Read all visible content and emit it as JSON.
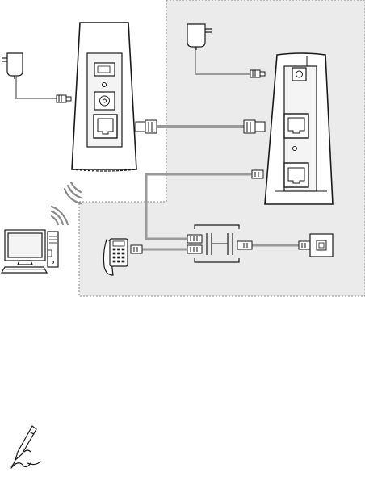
{
  "diagram": {
    "kind": "connection-diagram",
    "colors": {
      "zone_fill": "#ebebeb",
      "zone_border": "#8a8a8a",
      "cable": "#9a9a9a",
      "outline": "#1a1a1a",
      "device_fill": "#ffffff",
      "panel_fill": "#f4f4f4"
    },
    "devices": [
      {
        "id": "router-left",
        "icon": "router-back-icon"
      },
      {
        "id": "router-right",
        "icon": "router-back-icon"
      },
      {
        "id": "power-adapter-left",
        "icon": "power-adapter-icon"
      },
      {
        "id": "power-adapter-right",
        "icon": "power-adapter-icon"
      },
      {
        "id": "computer",
        "icon": "computer-icon"
      },
      {
        "id": "telephone",
        "icon": "telephone-icon"
      },
      {
        "id": "splitter",
        "icon": "splitter-icon"
      },
      {
        "id": "wall-jack",
        "icon": "wall-phone-jack-icon"
      },
      {
        "id": "note",
        "icon": "note-pen-icon"
      }
    ],
    "wireless_links": [
      {
        "from": "router-left",
        "to": "computer",
        "icon": "wifi-signal-icon"
      }
    ],
    "cables": [
      {
        "from": "power-adapter-left",
        "to": "router-left",
        "kind": "power"
      },
      {
        "from": "power-adapter-right",
        "to": "router-right",
        "kind": "power"
      },
      {
        "from": "router-left",
        "to": "router-right",
        "kind": "ethernet"
      },
      {
        "from": "router-right",
        "to": "splitter",
        "kind": "phone-line"
      },
      {
        "from": "telephone",
        "to": "splitter",
        "kind": "phone-line"
      },
      {
        "from": "splitter",
        "to": "wall-jack",
        "kind": "phone-line"
      }
    ]
  }
}
